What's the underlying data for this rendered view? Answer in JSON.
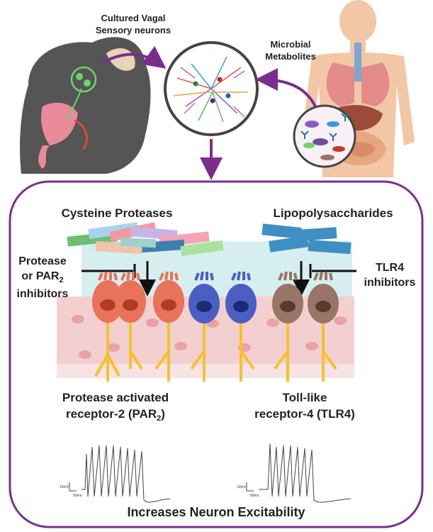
{
  "top": {
    "cultured_line1": "Cultured Vagal",
    "cultured_line2": "Sensory neurons",
    "microbial_line1": "Microbial",
    "microbial_line2": "Metabolites"
  },
  "panel": {
    "left_header": "Cysteine Proteases",
    "right_header": "Lipopolysaccharides",
    "left_inhibitor_1": "Protease",
    "left_inhibitor_2": "or PAR",
    "left_inhibitor_2_sub": "2",
    "left_inhibitor_3": "inhibitors",
    "right_inhibitor_1": "TLR4",
    "right_inhibitor_2": "inhibitors",
    "par2_line1": "Protease activated",
    "par2_line2": "receptor-2 (PAR",
    "par2_sub": "2",
    "par2_close": ")",
    "tlr4_line1": "Toll-like",
    "tlr4_line2": "receptor-4 (TLR4)",
    "scale_v": "10mV",
    "scale_t": "50ms",
    "footer": "Increases Neuron Excitability"
  },
  "colors": {
    "arrow_purple": "#7b2d8e",
    "panel_border": "#7b2d8e",
    "par2_cell": "#e8735a",
    "control_cell": "#4a5fc1",
    "tlr4_cell": "#9a7466",
    "axon": "#f2c230",
    "fluid": "#d7eef0",
    "tissue": "#f3cfd0"
  }
}
